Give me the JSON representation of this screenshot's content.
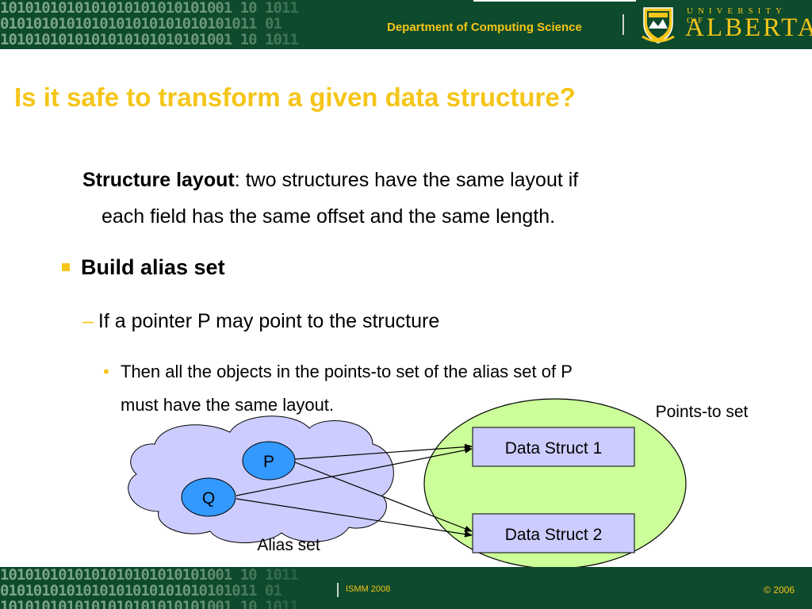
{
  "header": {
    "department": "Department of Computing Science",
    "university_small": "UNIVERSITY OF",
    "university_big": "ALBERTA",
    "binary_rows": [
      "1010101010101010101010101001 10 1011",
      "0101010101010101010101010101011 01",
      "1010101010101010101010101001 10 1011"
    ]
  },
  "slide": {
    "title": "Is it safe to transform a given data structure?",
    "definition_term": "Structure layout",
    "definition_line1": ": two structures have the same layout if",
    "definition_line2": "each field has the same offset and the same length.",
    "bullet1": "Build alias set",
    "bullet2": "If a pointer P may point to the structure",
    "bullet3_line1": "Then all the objects in the points-to set of the alias set of P",
    "bullet3_line2": "must have the same layout."
  },
  "diagram": {
    "points_to_label": "Points-to set",
    "alias_set_label": "Alias set",
    "node_p": "P",
    "node_q": "Q",
    "struct1": "Data Struct 1",
    "struct2": "Data Struct 2",
    "colors": {
      "cloud": "#ccccff",
      "ellipse": "#ccff99",
      "node": "#3399ff",
      "box": "#ccccff"
    }
  },
  "footer": {
    "left": "ISMM 2008",
    "right": "© 2006"
  },
  "colors": {
    "brand_green": "#0e4a2c",
    "accent_gold": "#f5c518"
  }
}
